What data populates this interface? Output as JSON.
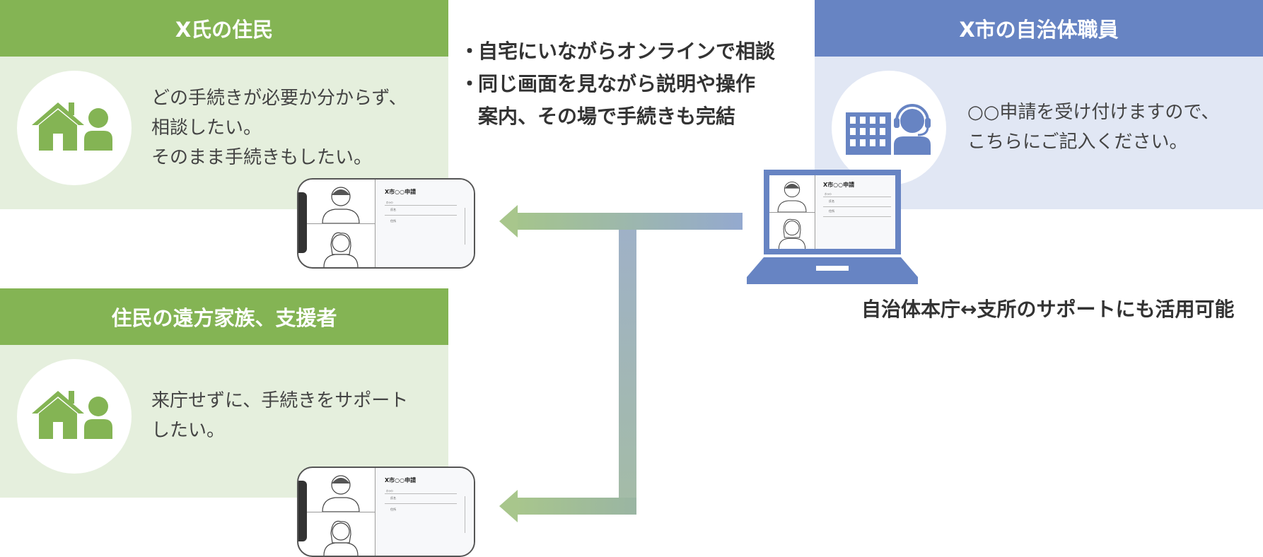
{
  "resident_panel": {
    "title": "X氏の住民",
    "description": "どの手続きが必要か分からず、\n相談したい。\nそのまま手続きもしたい。"
  },
  "family_panel": {
    "title": "住民の遠方家族、支援者",
    "description": "来庁せずに、手続きをサポート\nしたい。"
  },
  "staff_panel": {
    "title": "X市の自治体職員",
    "description": "○○申請を受け付けますので、\nこちらにご記入ください。"
  },
  "features": [
    "自宅にいながらオンラインで相談",
    "同じ画面を見ながら説明や操作\n案内、その場で手続きも完結"
  ],
  "support_note": "自治体本庁↔支所のサポートにも活用可能",
  "screen": {
    "doc_title": "X市○○申請",
    "field_labels": [
      "ｵﾝﾗｲﾝ",
      "氏名",
      "住所"
    ]
  },
  "colors": {
    "green_header": "#84b454",
    "green_body": "#e5efdd",
    "blue_header": "#6784c3",
    "blue_body": "#e1e7f4"
  },
  "icons": {
    "resident": "house-person-icon",
    "family": "house-person-icon",
    "staff": "building-operator-icon"
  }
}
